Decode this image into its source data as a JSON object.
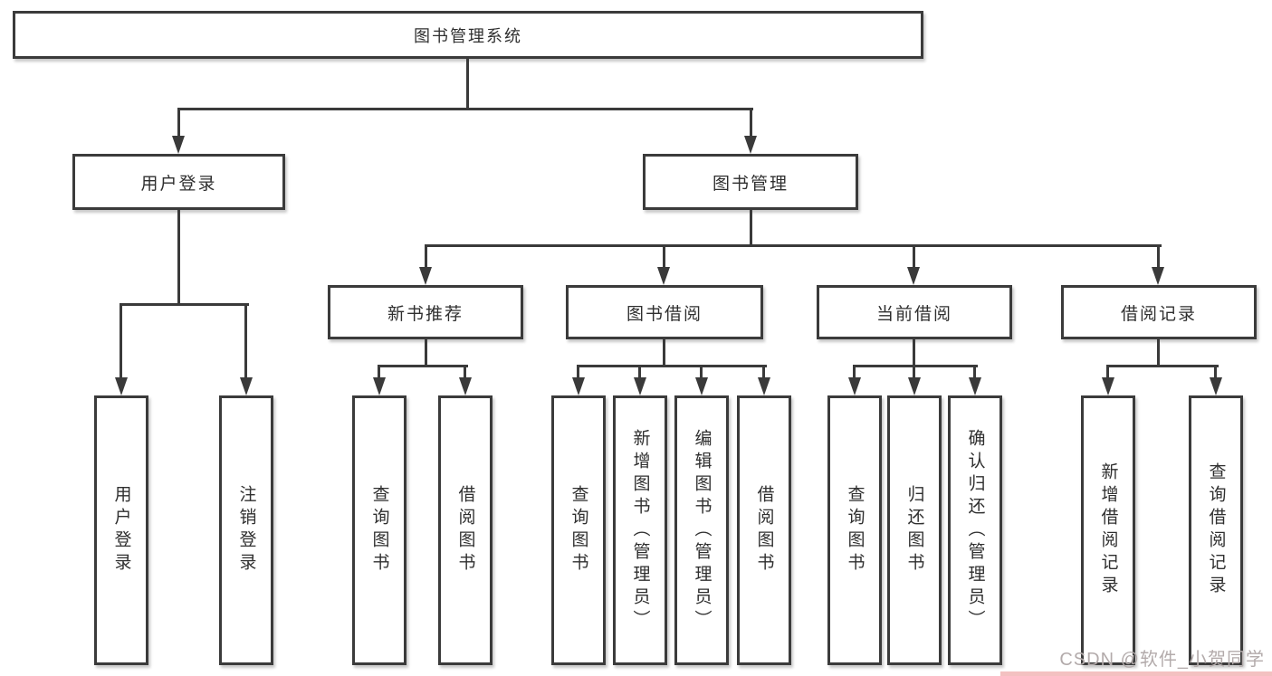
{
  "diagram": {
    "root_label": "图书管理系统",
    "nodes": {
      "user_login": "用户登录",
      "book_mgmt": "图书管理",
      "new_book": "新书推荐",
      "book_borrow": "图书借阅",
      "current_borrow": "当前借阅",
      "borrow_record": "借阅记录"
    },
    "leaves": {
      "user_login": [
        "用户登录",
        "注销登录"
      ],
      "new_book": [
        "查询图书",
        "借阅图书"
      ],
      "book_borrow": [
        "查询图书",
        "新增图书（管理员）",
        "编辑图书（管理员）",
        "借阅图书"
      ],
      "current_borrow": [
        "查询图书",
        "归还图书",
        "确认归还（管理员）"
      ],
      "borrow_record": [
        "新增借阅记录",
        "查询借阅记录"
      ]
    },
    "line_color": "#3a3a3a",
    "border_color": "#3b3b3b",
    "text_color": "#2f2f2f"
  },
  "watermark": {
    "text": "CSDN @软件_小贺同学",
    "color": "#b3abab",
    "bar_color": "#f3c1c1"
  }
}
